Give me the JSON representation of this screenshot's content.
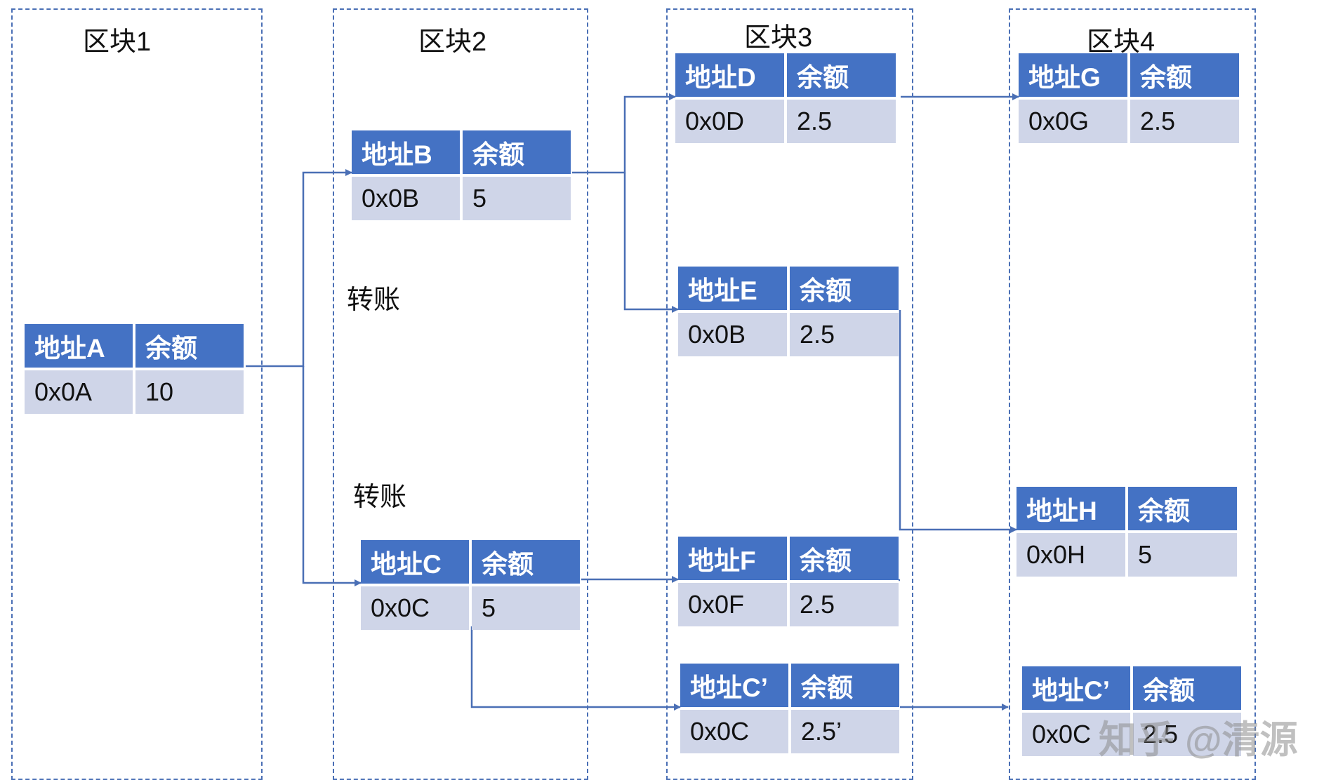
{
  "blocks": [
    {
      "title": "区块1"
    },
    {
      "title": "区块2"
    },
    {
      "title": "区块3"
    },
    {
      "title": "区块4"
    }
  ],
  "tables": {
    "A": {
      "addr_header": "地址A",
      "bal_header": "余额",
      "addr": "0x0A",
      "bal": "10"
    },
    "B": {
      "addr_header": "地址B",
      "bal_header": "余额",
      "addr": "0x0B",
      "bal": "5"
    },
    "C": {
      "addr_header": "地址C",
      "bal_header": "余额",
      "addr": "0x0C",
      "bal": "5"
    },
    "D": {
      "addr_header": "地址D",
      "bal_header": "余额",
      "addr": "0x0D",
      "bal": "2.5"
    },
    "E": {
      "addr_header": "地址E",
      "bal_header": "余额",
      "addr": "0x0B",
      "bal": "2.5"
    },
    "F": {
      "addr_header": "地址F",
      "bal_header": "余额",
      "addr": "0x0F",
      "bal": "2.5"
    },
    "C3": {
      "addr_header": "地址C’",
      "bal_header": "余额",
      "addr": "0x0C",
      "bal": "2.5’"
    },
    "G": {
      "addr_header": "地址G",
      "bal_header": "余额",
      "addr": "0x0G",
      "bal": "2.5"
    },
    "H": {
      "addr_header": "地址H",
      "bal_header": "余额",
      "addr": "0x0H",
      "bal": "5"
    },
    "C4": {
      "addr_header": "地址C’",
      "bal_header": "余额",
      "addr": "0x0C",
      "bal": "2.5"
    }
  },
  "labels": {
    "transfer_1": "转账",
    "transfer_2": "转账"
  },
  "watermark": "知乎 @清源",
  "colors": {
    "header": "#4472c4",
    "value_cell": "#cfd5e8",
    "connector": "#4a6fb5",
    "block_border": "#4a6fb5"
  }
}
